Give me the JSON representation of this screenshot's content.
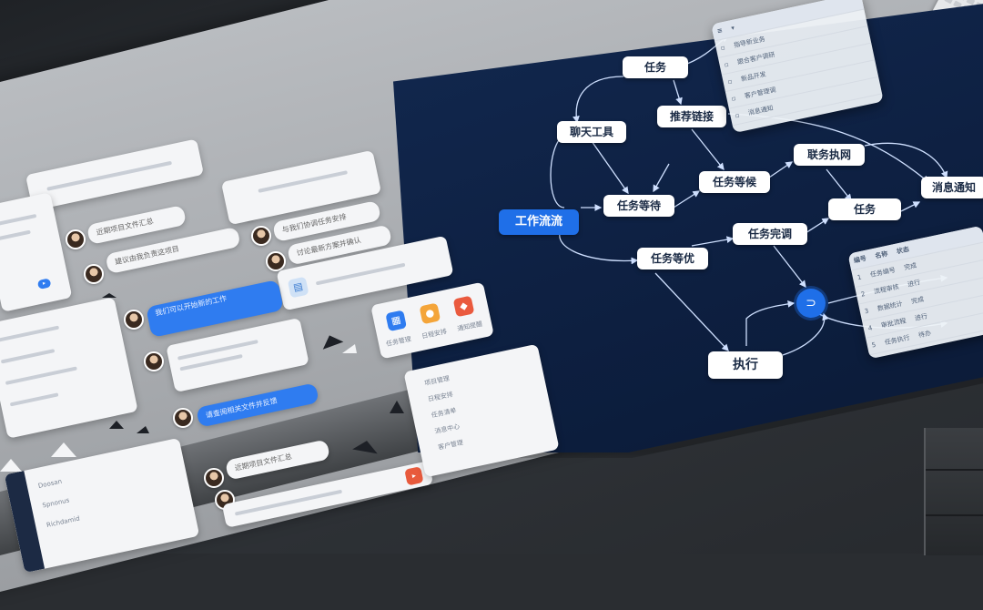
{
  "workflow": {
    "start": "工作流流",
    "nodes": {
      "top": "任务",
      "chat_tool": "聊天工具",
      "recommend": "推荐链接",
      "task_left": "任务等待",
      "task_mid": "任务等候",
      "exec_link": "联务执网",
      "task_low": "任务等优",
      "task_center": "任务完调",
      "task_right": "任务",
      "notify": "消息通知",
      "exec": "执行"
    }
  },
  "panels": {
    "top_right_rows": [
      "指导新业务",
      "跟合客户调研",
      "新品开发",
      "客户管理调",
      "消息通知"
    ],
    "right_table_header": [
      "编号",
      "名称",
      "状态"
    ],
    "right_table_rows": [
      [
        "1",
        "任务编号",
        "完成"
      ],
      [
        "2",
        "流程审核",
        "进行"
      ],
      [
        "3",
        "数据统计",
        "完成"
      ],
      [
        "4",
        "审批流程",
        "进行"
      ],
      [
        "5",
        "任务执行",
        "待办"
      ]
    ]
  },
  "desk": {
    "chat_bubbles": [
      "近期项目文件汇总",
      "建议由我负责这项目",
      "与我们协调任务安排",
      "讨论最新方案并确认",
      "我们可以开始新的工作",
      "请查阅相关文件并反馈"
    ],
    "apps": [
      "任务管理",
      "日程安排",
      "通知提醒"
    ],
    "list_items": [
      "项目管理",
      "日程安排",
      "任务清单",
      "消息中心",
      "客户管理"
    ],
    "contacts": [
      "Doosan",
      "Spnonus",
      "Richdamid"
    ]
  },
  "colors": {
    "accent": "#1f6fe8",
    "board": "#12284f",
    "desk": "#b0b3b7"
  }
}
